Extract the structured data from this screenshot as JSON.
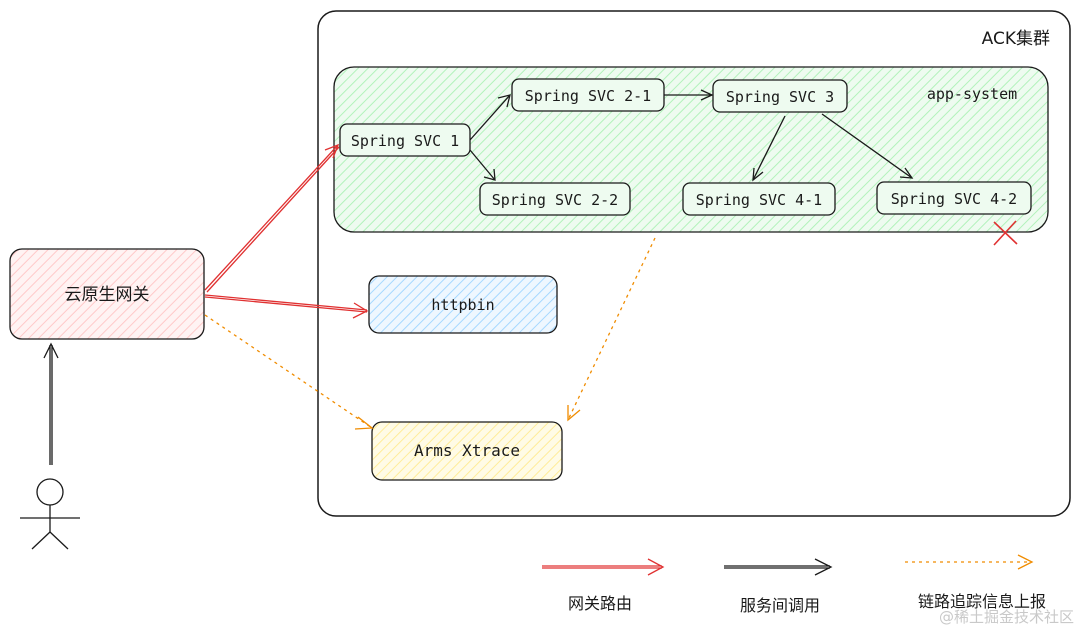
{
  "cluster": {
    "label": "ACK集群"
  },
  "namespace": {
    "label": "app-system"
  },
  "gateway": {
    "label": "云原生网关"
  },
  "services": {
    "svc1": "Spring SVC 1",
    "svc2_1": "Spring SVC 2-1",
    "svc2_2": "Spring SVC 2-2",
    "svc3": "Spring SVC 3",
    "svc4_1": "Spring SVC 4-1",
    "svc4_2": "Spring SVC 4-2"
  },
  "httpbin": {
    "label": "httpbin"
  },
  "tracing": {
    "label": "Arms Xtrace"
  },
  "legend": {
    "gateway_route": "网关路由",
    "service_call": "服务间调用",
    "trace_report": "链路追踪信息上报"
  },
  "colors": {
    "route": "#e03131",
    "call": "#1a1a1a",
    "trace": "#f08c00",
    "namespace_fill": "#b2f2bb",
    "gateway_fill": "#ffc9c9",
    "httpbin_fill": "#a5d8ff",
    "tracing_fill": "#ffec99"
  },
  "watermark": "@稀土掘金技术社区"
}
